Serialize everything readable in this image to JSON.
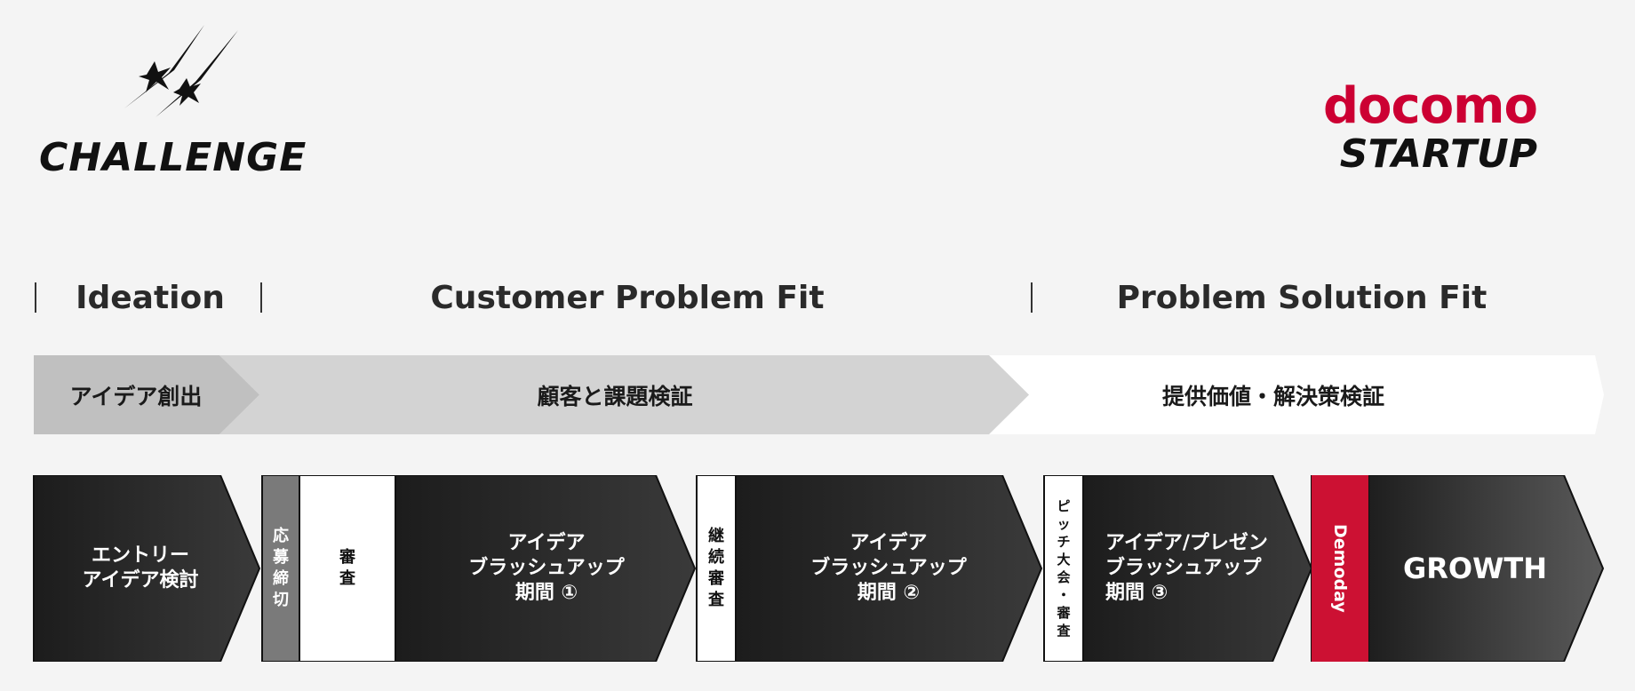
{
  "logos": {
    "left_text": "CHALLENGE",
    "right_top": "docomo",
    "right_bottom": "STARTUP",
    "brand_red": "#cc0033"
  },
  "phases": {
    "ideation": "Ideation",
    "cpf": "Customer Problem Fit",
    "psf": "Problem Solution Fit"
  },
  "bands": {
    "b1": "アイデア創出",
    "b2": "顧客と課題検証",
    "b3": "提供価値・解決策検証"
  },
  "stages": {
    "entry": "エントリー\nアイデア検討",
    "deadline": [
      "応",
      "募",
      "締",
      "切"
    ],
    "review": [
      "審",
      "査"
    ],
    "brushup1": "アイデア\nブラッシュアップ\n期間 ①",
    "continue_review": [
      "継",
      "続",
      "審",
      "査"
    ],
    "brushup2": "アイデア\nブラッシュアップ\n期間 ②",
    "pitch": [
      "ピ",
      "ッ",
      "チ",
      "大",
      "会",
      "・",
      "審",
      "査"
    ],
    "brushup3": "アイデア/プレゼン\nブラッシュアップ\n期間 ③",
    "demoday": "Demoday",
    "growth": "GROWTH"
  }
}
